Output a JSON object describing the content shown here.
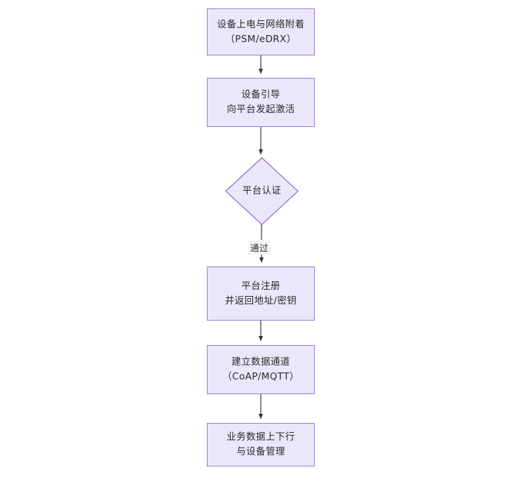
{
  "diagram": {
    "type": "flowchart",
    "orientation": "top-to-bottom",
    "title_text": "",
    "theme": {
      "node_fill": "#eae7fb",
      "node_border": "#9c78d4",
      "text_color": "#2a2a2a",
      "edge_color": "#333333",
      "edge_label_bg": "#f4f4f4",
      "background": "#ffffff"
    },
    "nodes": [
      {
        "id": "power_on",
        "shape": "rectangle",
        "line1": "设备上电与网络附着",
        "line2": "（PSM/eDRX）"
      },
      {
        "id": "bootstrap",
        "shape": "rectangle",
        "line1": "设备引导",
        "line2": "向平台发起激活"
      },
      {
        "id": "auth",
        "shape": "diamond",
        "line1": "平台认证",
        "line2": ""
      },
      {
        "id": "register",
        "shape": "rectangle",
        "line1": "平台注册",
        "line2": "并返回地址/密钥"
      },
      {
        "id": "channel",
        "shape": "rectangle",
        "line1": "建立数据通道",
        "line2": "（CoAP/MQTT）"
      },
      {
        "id": "business",
        "shape": "rectangle",
        "line1": "业务数据上下行",
        "line2": "与设备管理"
      }
    ],
    "edges": [
      {
        "id": "e1",
        "from": "power_on",
        "to": "bootstrap",
        "label": ""
      },
      {
        "id": "e2",
        "from": "bootstrap",
        "to": "auth",
        "label": ""
      },
      {
        "id": "e3",
        "from": "auth",
        "to": "register",
        "label": "通过"
      },
      {
        "id": "e4",
        "from": "register",
        "to": "channel",
        "label": ""
      },
      {
        "id": "e5",
        "from": "channel",
        "to": "business",
        "label": ""
      }
    ]
  }
}
